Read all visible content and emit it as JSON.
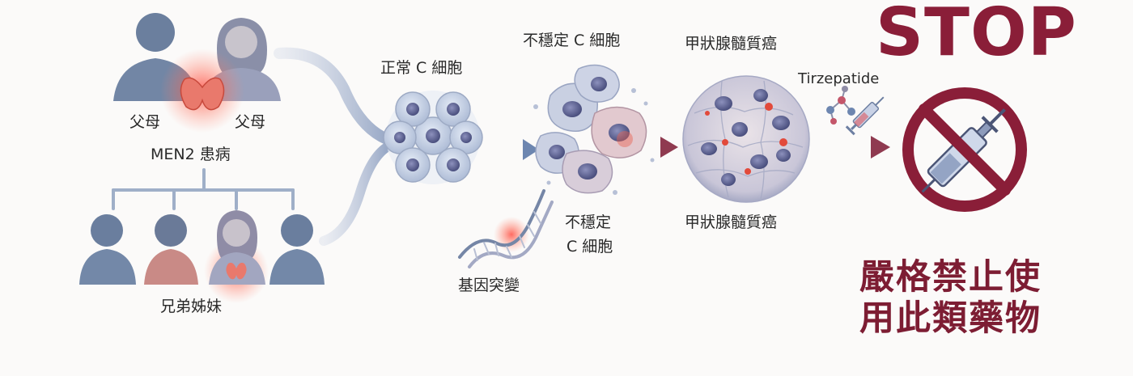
{
  "labels": {
    "parents_left": "父母",
    "parents_right": "父母",
    "men2_patient": "MEN2 患病",
    "siblings": "兄弟姊妹",
    "normal_c_cell": "正常 C 細胞",
    "unstable_c_cell_top": "不穩定 C 細胞",
    "unstable_c_cell_bottom_line1": "不穩定",
    "unstable_c_cell_bottom_line2": "C 細胞",
    "gene_mutation": "基因突變",
    "mtc_top": "甲狀腺髓質癌",
    "mtc_bottom": "甲狀腺髓質癌",
    "drug_name": "Tirzepatide",
    "stop": "STOP",
    "warning_line1": "嚴格禁止使",
    "warning_line2": "用此類藥物"
  },
  "icons": {
    "parent_father": "person-silhouette-icon",
    "parent_mother": "person-silhouette-icon",
    "thyroid": "thyroid-gland-icon",
    "sibling": "person-silhouette-icon",
    "dna": "dna-helix-icon",
    "molecule": "molecule-icon",
    "syringe": "syringe-icon",
    "prohibited": "prohibited-sign-icon"
  },
  "colors": {
    "accent": "#8a1e38",
    "people": "#5f7391",
    "cell": "#b9c6dc",
    "nucleus": "#5d6592",
    "highlight": "#e8453c",
    "arrow": "#7b8fb2"
  }
}
